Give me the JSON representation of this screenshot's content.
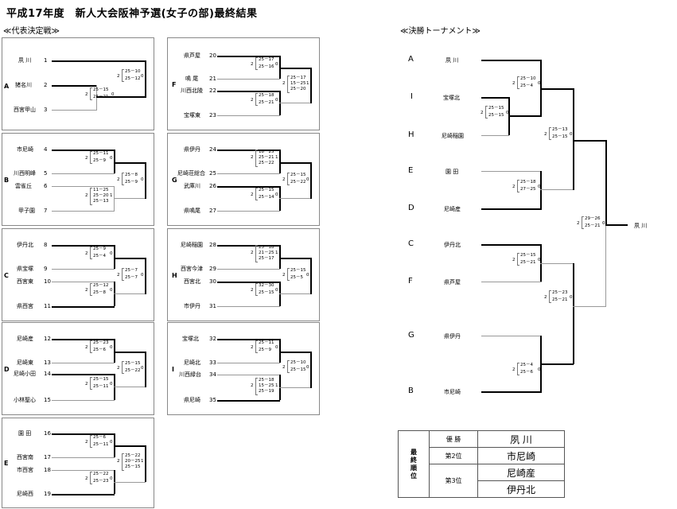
{
  "title": "平成17年度　新人大会阪神予選(女子の部)最終結果",
  "section_left": "≪代表決定戦≫",
  "section_right": "≪決勝トーナメント≫",
  "groups": [
    {
      "label": "A",
      "teams": [
        {
          "n": "1",
          "name": "夙 川"
        },
        {
          "n": "2",
          "name": "猪名川"
        },
        {
          "n": "3",
          "name": "西宮甲山"
        }
      ],
      "s1": [
        "25－15",
        "2",
        "25－21",
        "0"
      ],
      "s2": [
        "25－10",
        "2",
        "25－12",
        "0"
      ]
    },
    {
      "label": "B",
      "teams": [
        {
          "n": "4",
          "name": "市尼崎"
        },
        {
          "n": "5",
          "name": "川西明峰"
        },
        {
          "n": "6",
          "name": "雲雀丘"
        },
        {
          "n": "7",
          "name": "甲子園"
        }
      ],
      "s1": [
        "25－11",
        "2",
        "25－9",
        "0"
      ],
      "s2": [
        "11－25",
        "2",
        "25－20",
        "1",
        "25－13"
      ],
      "s3": [
        "25－8",
        "2",
        "25－9",
        "0"
      ]
    },
    {
      "label": "C",
      "teams": [
        {
          "n": "8",
          "name": "伊丹北"
        },
        {
          "n": "9",
          "name": "県宝塚"
        },
        {
          "n": "10",
          "name": "西宮東"
        },
        {
          "n": "11",
          "name": "県西宮"
        }
      ],
      "s1": [
        "25－9",
        "2",
        "25－4",
        "0"
      ],
      "s2": [
        "25－12",
        "2",
        "25－8",
        "0"
      ],
      "s3": [
        "25－7",
        "2",
        "25－7",
        "0"
      ]
    },
    {
      "label": "D",
      "teams": [
        {
          "n": "12",
          "name": "尼崎産"
        },
        {
          "n": "13",
          "name": "尼崎東"
        },
        {
          "n": "14",
          "name": "尼崎小田"
        },
        {
          "n": "15",
          "name": "小林聖心"
        }
      ],
      "s1": [
        "25－23",
        "2",
        "25－6",
        "0"
      ],
      "s2": [
        "25－15",
        "2",
        "25－11",
        "0"
      ],
      "s3": [
        "25－15",
        "2",
        "25－22",
        "0"
      ]
    },
    {
      "label": "E",
      "teams": [
        {
          "n": "16",
          "name": "園 田"
        },
        {
          "n": "17",
          "name": "西宮南"
        },
        {
          "n": "18",
          "name": "市西宮"
        },
        {
          "n": "19",
          "name": "尼崎西"
        }
      ],
      "s1": [
        "25－6",
        "2",
        "25－11",
        "0"
      ],
      "s2": [
        "25－22",
        "2",
        "25－23",
        "0"
      ],
      "s3": [
        "25－22",
        "2",
        "20－25",
        "1",
        "25－15"
      ]
    },
    {
      "label": "F",
      "teams": [
        {
          "n": "20",
          "name": "県芦屋"
        },
        {
          "n": "21",
          "name": "鳴 尾"
        },
        {
          "n": "22",
          "name": "川西北陵"
        },
        {
          "n": "23",
          "name": "宝塚東"
        }
      ],
      "s1": [
        "25－17",
        "2",
        "25－16",
        "0"
      ],
      "s2": [
        "25－18",
        "2",
        "25－21",
        "0"
      ],
      "s3": [
        "25－17",
        "2",
        "15－25",
        "1",
        "25－20"
      ]
    },
    {
      "label": "G",
      "teams": [
        {
          "n": "24",
          "name": "県伊丹"
        },
        {
          "n": "25",
          "name": "尼崎荘総合"
        },
        {
          "n": "26",
          "name": "武庫川"
        },
        {
          "n": "27",
          "name": "県鳴尾"
        }
      ],
      "s1": [
        "18－25",
        "2",
        "25－21",
        "1",
        "25－22"
      ],
      "s2": [
        "25－15",
        "2",
        "25－14",
        "0"
      ],
      "s3": [
        "25－15",
        "2",
        "25－22",
        "0"
      ]
    },
    {
      "label": "H",
      "teams": [
        {
          "n": "28",
          "name": "尼崎稲園"
        },
        {
          "n": "29",
          "name": "西宮今津"
        },
        {
          "n": "30",
          "name": "西宮北"
        },
        {
          "n": "31",
          "name": "市伊丹"
        }
      ],
      "s1": [
        "25－18",
        "2",
        "21－25",
        "1",
        "25－17"
      ],
      "s2": [
        "32－30",
        "2",
        "25－15",
        "0"
      ],
      "s3": [
        "25－15",
        "2",
        "25－5",
        "0"
      ]
    },
    {
      "label": "I",
      "teams": [
        {
          "n": "32",
          "name": "宝塚北"
        },
        {
          "n": "33",
          "name": "尼崎北"
        },
        {
          "n": "34",
          "name": "川西緑台"
        },
        {
          "n": "35",
          "name": "県尼崎"
        }
      ],
      "s1": [
        "25－11",
        "2",
        "25－9",
        "0"
      ],
      "s2": [
        "25－18",
        "2",
        "15－25",
        "1",
        "25－19"
      ],
      "s3": [
        "25－10",
        "2",
        "25－15",
        "0"
      ]
    }
  ],
  "final": {
    "entries": [
      {
        "letter": "A",
        "name": "夙 川"
      },
      {
        "letter": "I",
        "name": "宝塚北"
      },
      {
        "letter": "H",
        "name": "尼崎稲園"
      },
      {
        "letter": "E",
        "name": "園 田"
      },
      {
        "letter": "D",
        "name": "尼崎産"
      },
      {
        "letter": "C",
        "name": "伊丹北"
      },
      {
        "letter": "F",
        "name": "県芦屋"
      },
      {
        "letter": "G",
        "name": "県伊丹"
      },
      {
        "letter": "B",
        "name": "市尼崎"
      }
    ],
    "scores": {
      "ai": [
        "25－10",
        "2",
        "25－4",
        "0"
      ],
      "ih": [
        "25－15",
        "2",
        "25－15",
        "0"
      ],
      "aih": [
        "25－13",
        "2",
        "25－15",
        "0"
      ],
      "ed": [
        "25－18",
        "2",
        "27－25",
        "0"
      ],
      "top": [
        "29－26",
        "2",
        "25－21",
        "0"
      ],
      "cf": [
        "25－15",
        "2",
        "25－21",
        "0"
      ],
      "gb": [
        "25－4",
        "2",
        "25－6",
        "0"
      ],
      "bottom": [
        "25－23",
        "2",
        "25－21",
        "0"
      ]
    },
    "champion": "夙 川"
  },
  "ranking": {
    "header": "最終順位",
    "rows": [
      {
        "place": "優 勝",
        "team": "夙 川"
      },
      {
        "place": "第2位",
        "team": "市尼崎"
      },
      {
        "place": "第3位",
        "team": "尼崎産"
      },
      {
        "place": "",
        "team": "伊丹北"
      }
    ]
  }
}
